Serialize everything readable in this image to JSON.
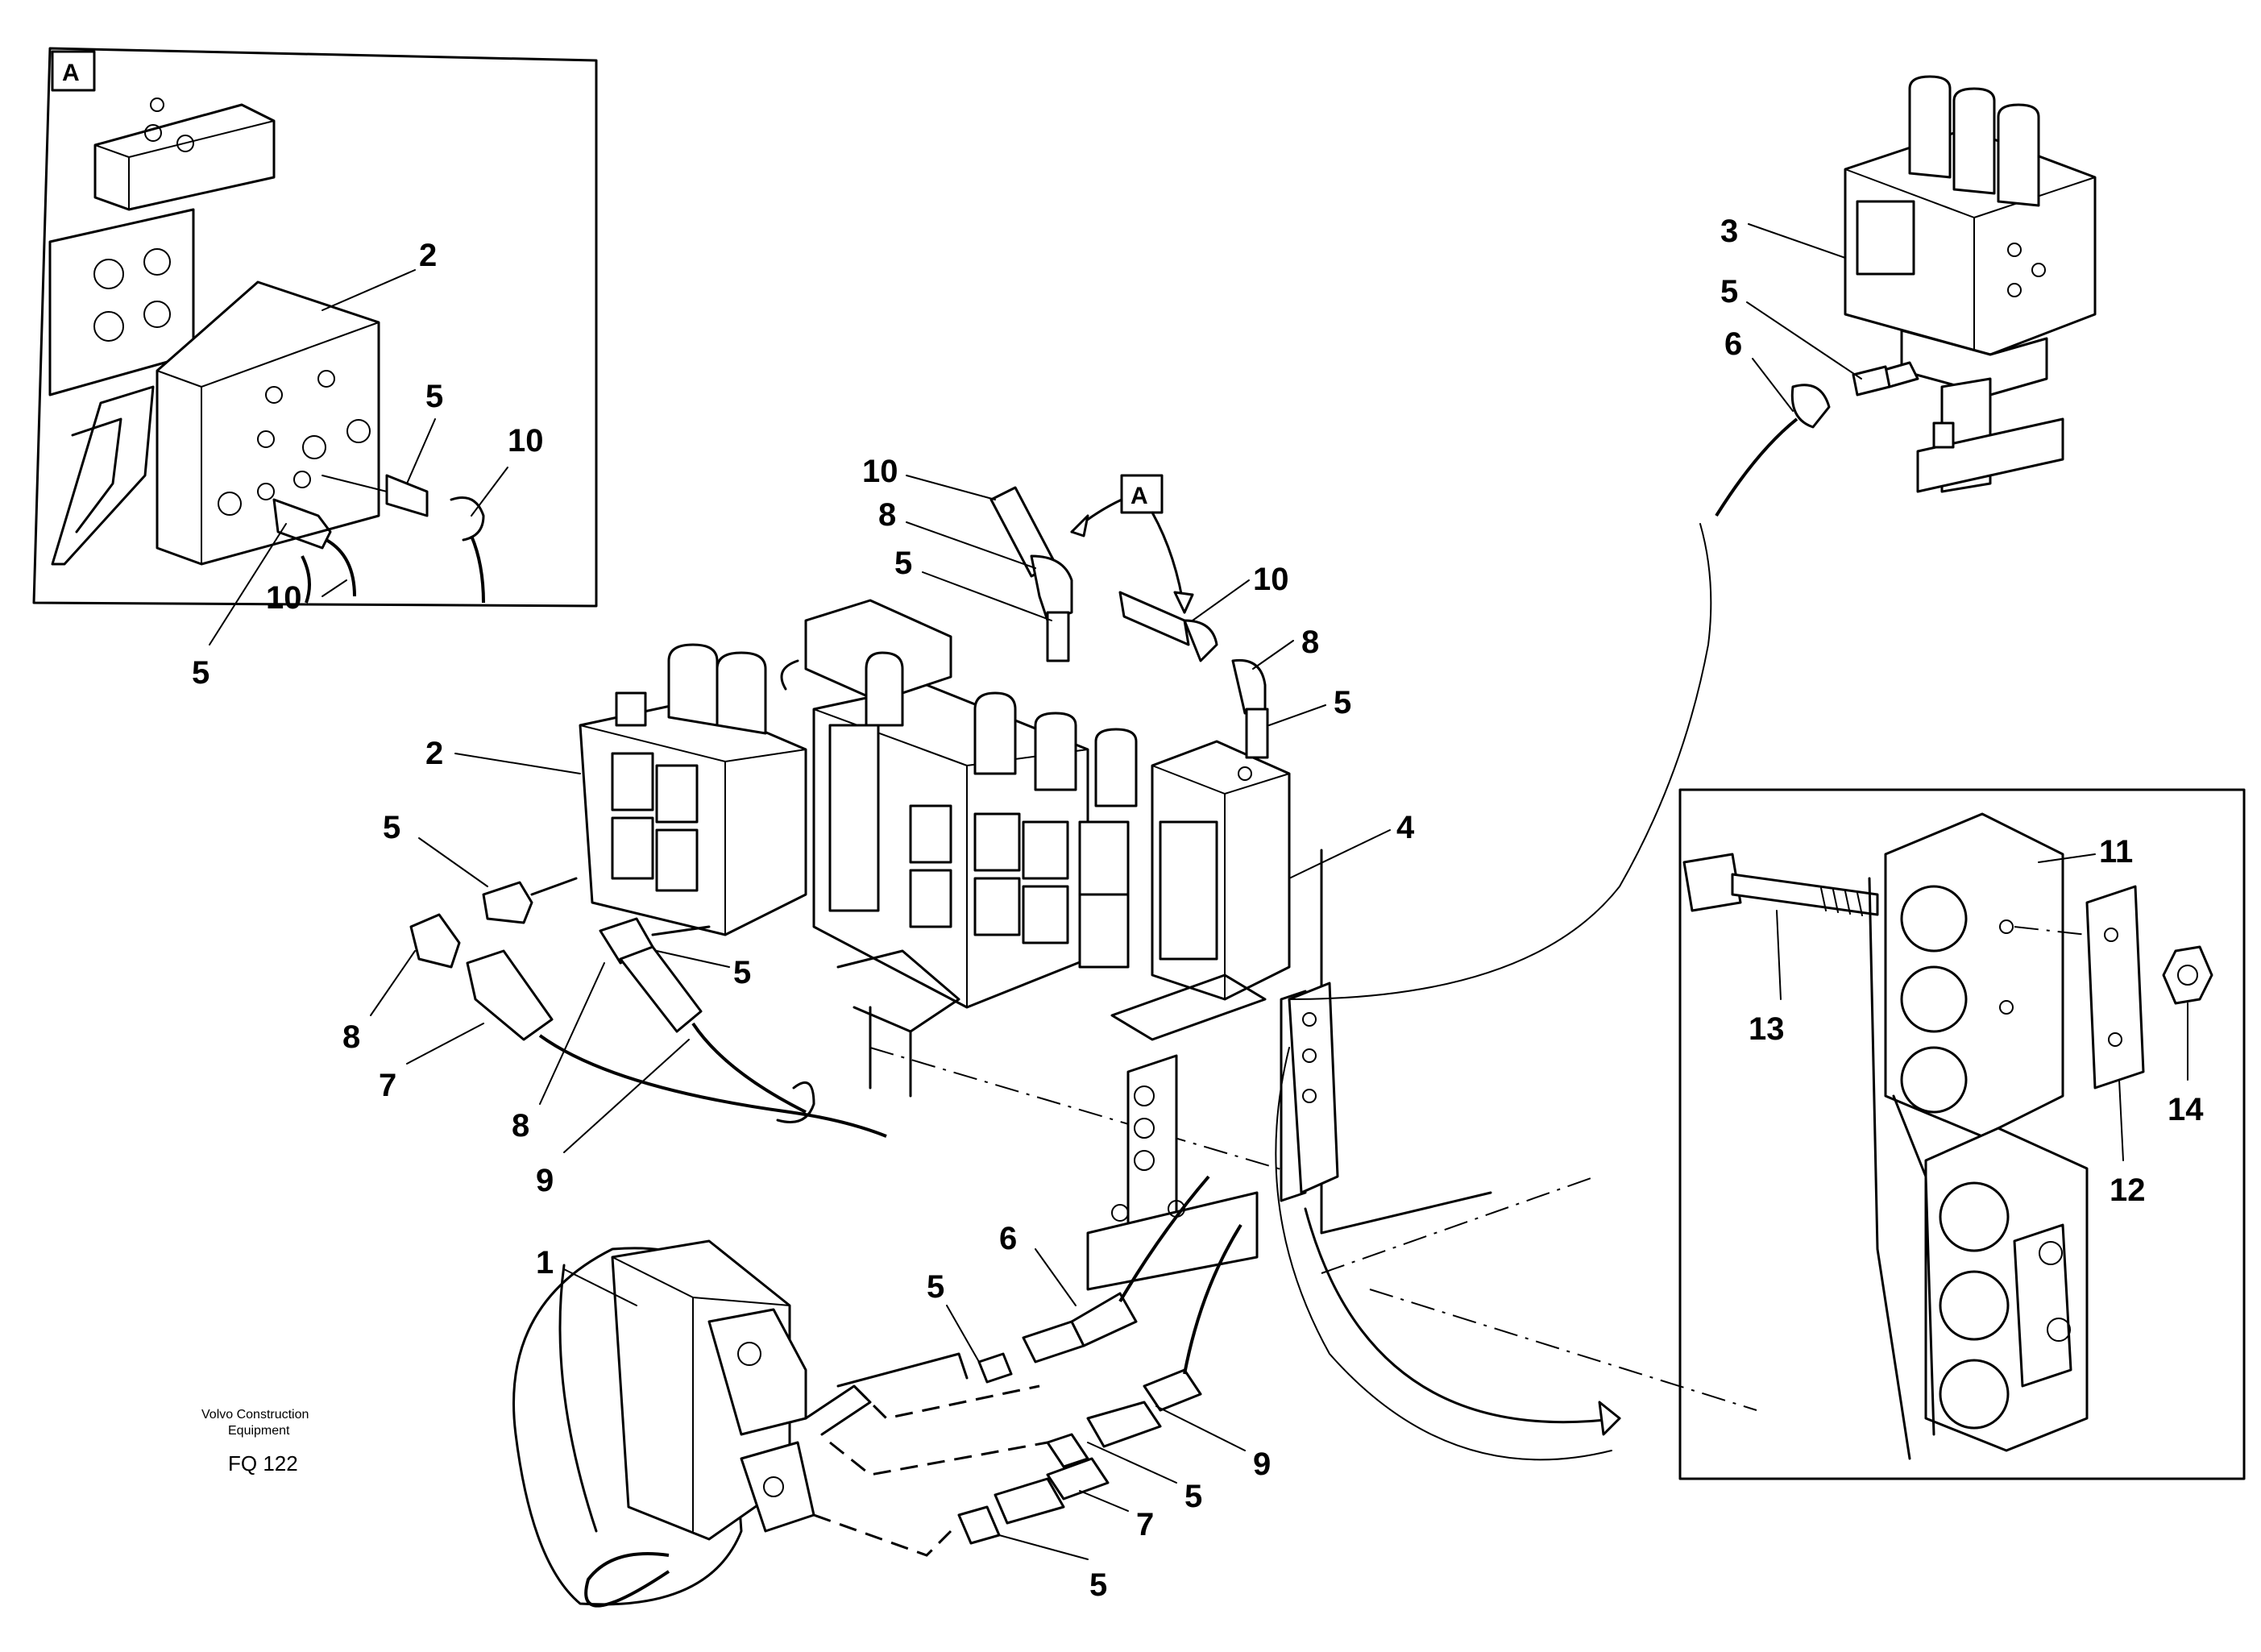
{
  "inset_a": {
    "tag": "A",
    "labels": [
      "2",
      "5",
      "10",
      "10",
      "5"
    ]
  },
  "main_tag": "A",
  "labels_main": {
    "l10a": "10",
    "l8a": "8",
    "l5a": "5",
    "l10b": "10",
    "l8b": "8",
    "l5b": "5",
    "l2": "2",
    "l4": "4",
    "l5c": "5",
    "l8c": "8",
    "l7a": "7",
    "l5d": "5",
    "l8d": "8",
    "l9a": "9",
    "l1": "1",
    "l6a": "6",
    "l5e": "5",
    "l9b": "9",
    "l5f": "5",
    "l7b": "7",
    "l5g": "5"
  },
  "top_right": {
    "l3": "3",
    "l5": "5",
    "l6": "6"
  },
  "detail": {
    "l11": "11",
    "l13": "13",
    "l12": "12",
    "l14": "14"
  },
  "footer": {
    "company": "Volvo Construction",
    "company2": "Equipment",
    "code": "FQ 122"
  }
}
